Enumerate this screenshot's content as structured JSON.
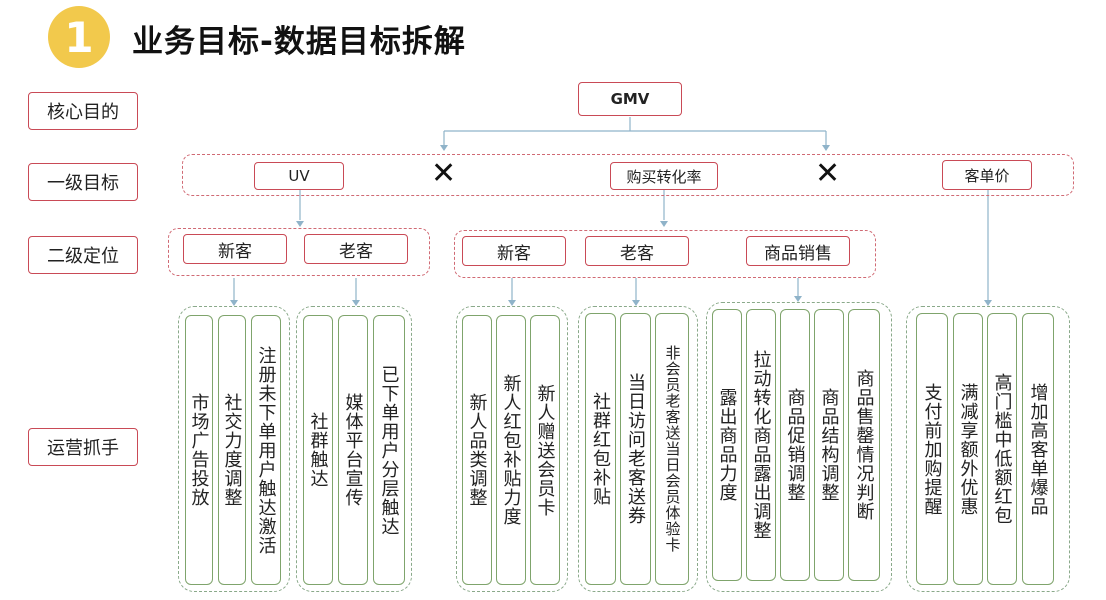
{
  "header": {
    "badge": "1",
    "title": "业务目标-数据目标拆解"
  },
  "rows": {
    "core_goal": "核心目的",
    "level1_goal": "一级目标",
    "level2_position": "二级定位",
    "operations": "运营抓手"
  },
  "nodes": {
    "gmv": "GMV",
    "uv": "UV",
    "conversion": "购买转化率",
    "aov": "客单价",
    "multiply_symbol": "✕"
  },
  "level2": {
    "uv_new": "新客",
    "uv_old": "老客",
    "conv_new": "新客",
    "conv_old": "老客",
    "conv_product": "商品销售"
  },
  "actions": {
    "uv_new": [
      "市场广告投放",
      "社交力度调整",
      "注册未下单用户触达激活"
    ],
    "uv_old": [
      "社群触达",
      "媒体平台宣传",
      "已下单用户分层触达"
    ],
    "conv_new": [
      "新人品类调整",
      "新人红包补贴力度",
      "新人赠送会员卡"
    ],
    "conv_old": [
      "社群红包补贴",
      "当日访问老客送券",
      "非会员老客送当日会员体验卡"
    ],
    "conv_product": [
      "露出商品力度",
      "拉动转化商品露出调整",
      "商品促销调整",
      "商品结构调整",
      "商品售罄情况判断"
    ],
    "aov": [
      "支付前加购提醒",
      "满减享额外优惠",
      "高门槛中低额红包",
      "增加高客单爆品"
    ]
  },
  "colors": {
    "badge": "#f2c94c",
    "red_border": "#c94a56",
    "green_border": "#7fa46c",
    "connector": "#8fb3c9"
  }
}
